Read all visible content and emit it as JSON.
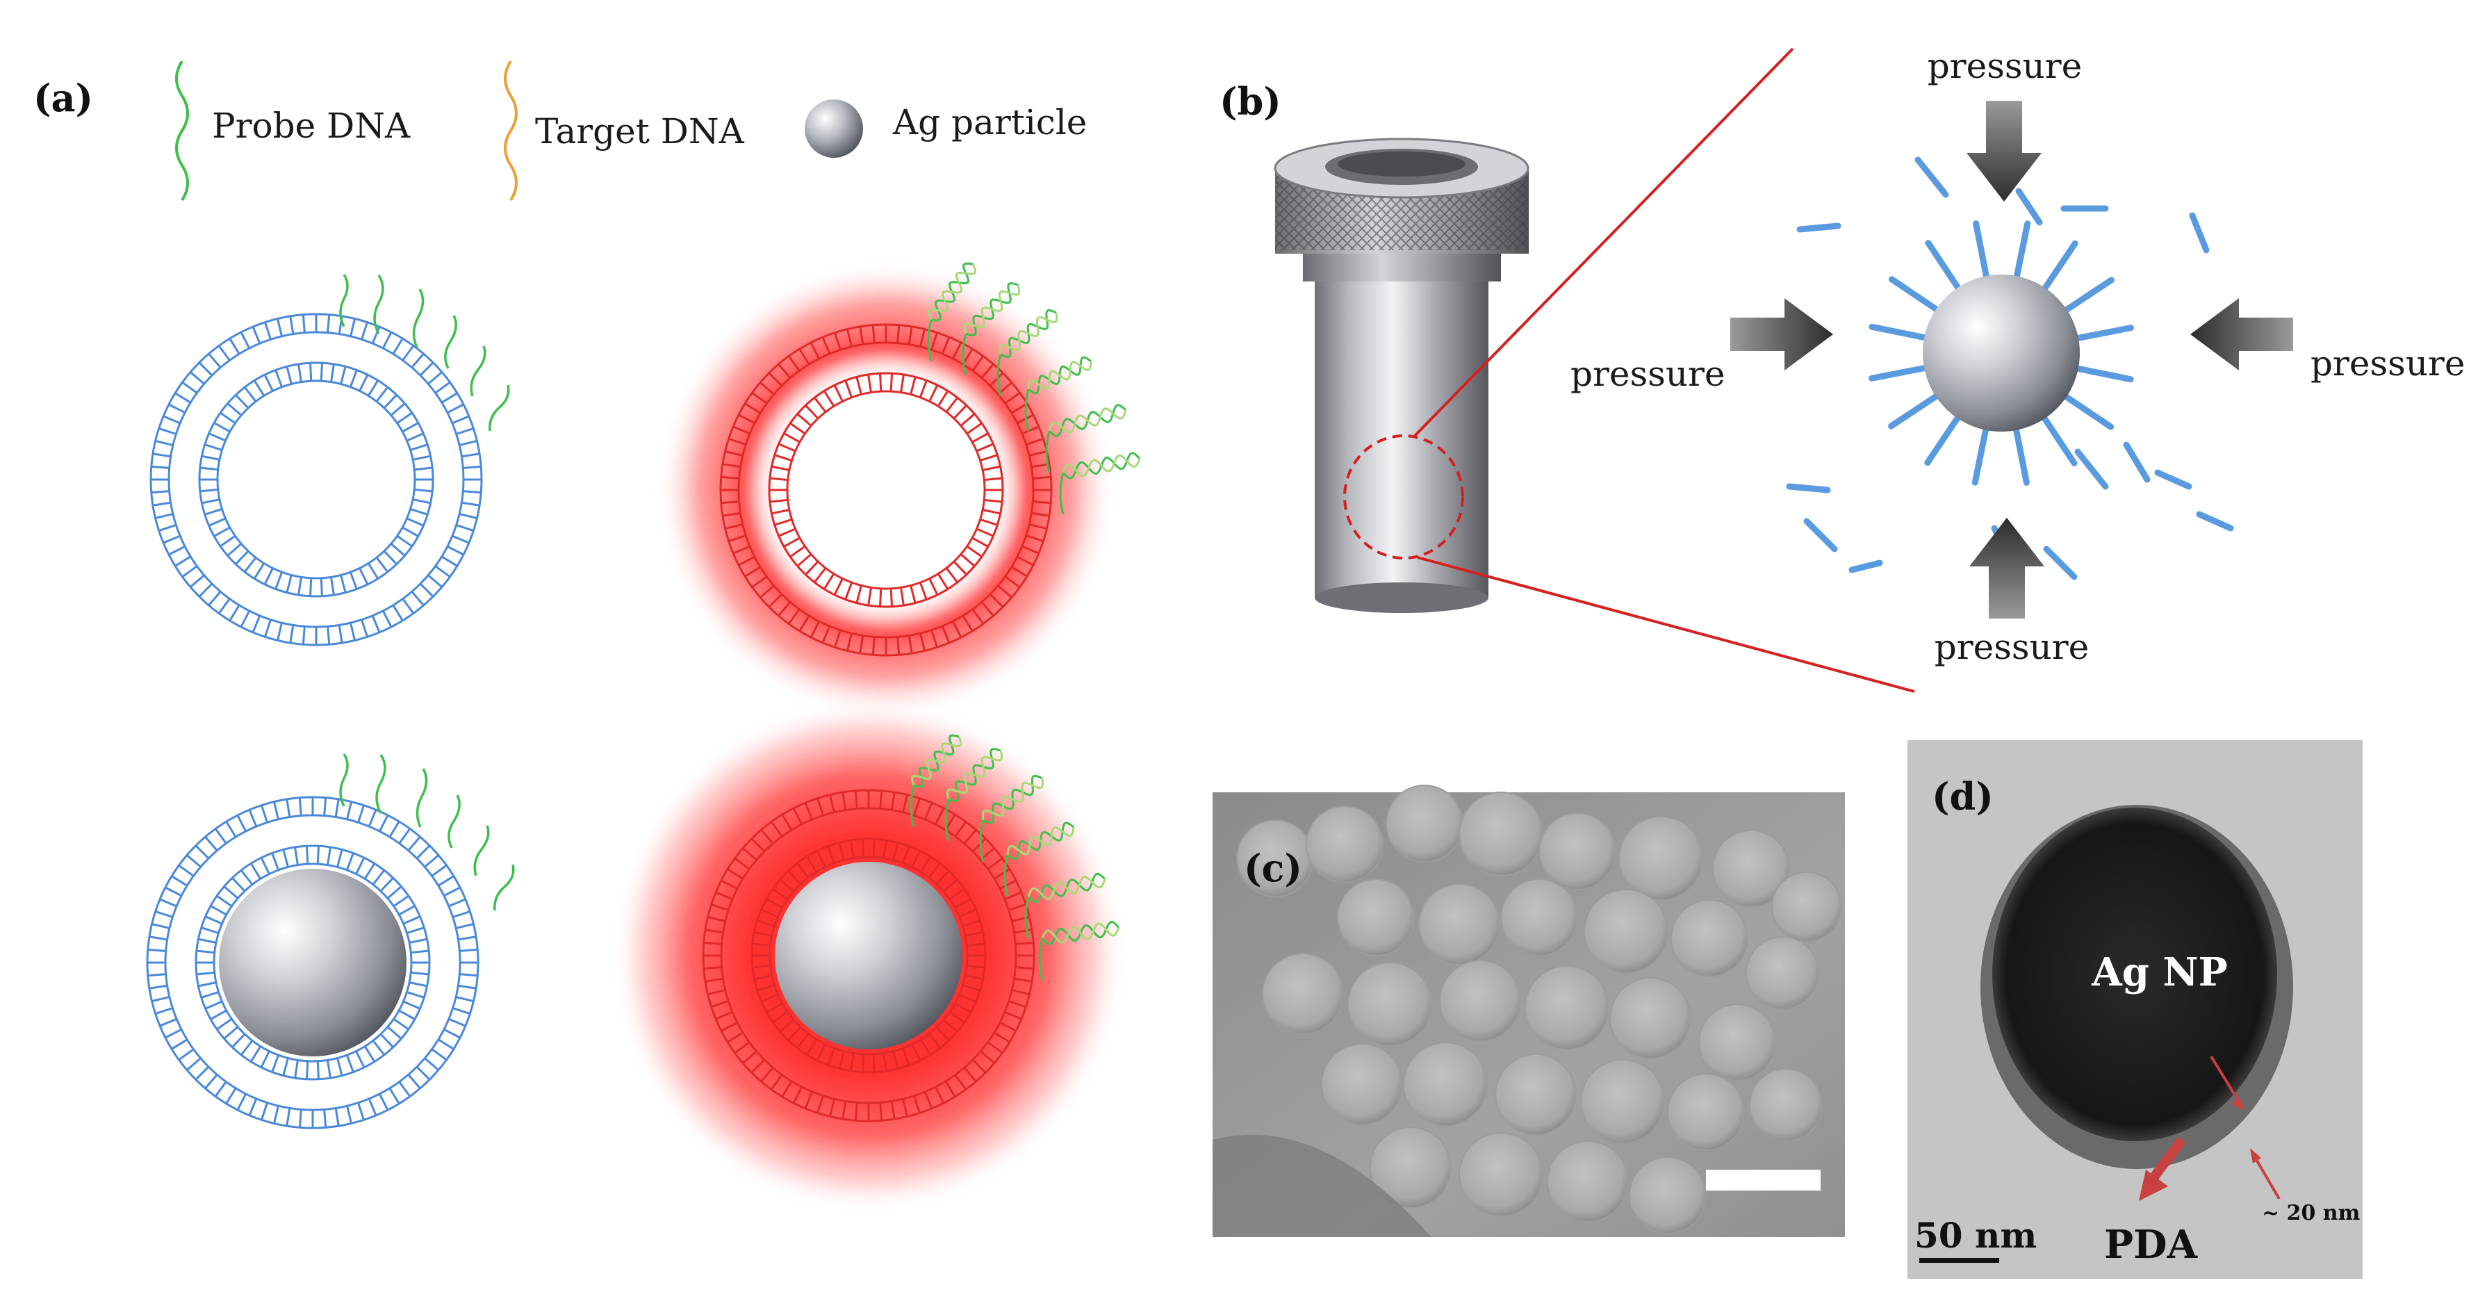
{
  "panels": {
    "a": {
      "label": "(a)",
      "legend": {
        "probe_dna": "Probe DNA",
        "target_dna": "Target DNA",
        "ag_particle": "Ag particle"
      }
    },
    "b": {
      "label": "(b)",
      "pressure_top": "pressure",
      "pressure_left": "pressure",
      "pressure_right": "pressure",
      "pressure_bottom": "pressure"
    },
    "c": {
      "label": "(c)"
    },
    "d": {
      "label": "(d)",
      "core_label": "Ag NP",
      "shell_thickness": "~ 20 nm",
      "shell_label": "PDA",
      "scale_bar": "50 nm"
    }
  },
  "colors": {
    "probe_dna": "#3fbf4f",
    "target_dna": "#e8a23a",
    "vesicle_blue": "#4a88d8",
    "vesicle_red": "#e02a2a",
    "glow_red": "#ff3a3a",
    "zoom_lines": "#d42020",
    "arrow_red": "#c84040"
  }
}
